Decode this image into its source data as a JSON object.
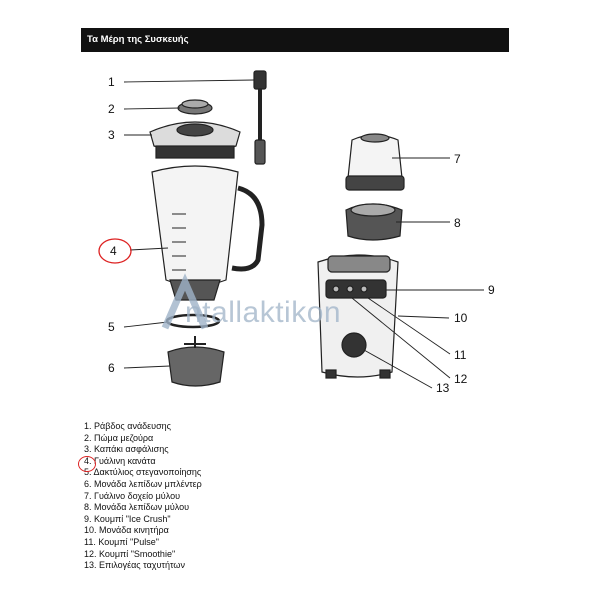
{
  "title": "Τα Μέρη της Συσκευής",
  "callouts": [
    "1",
    "2",
    "3",
    "4",
    "5",
    "6",
    "7",
    "8",
    "9",
    "10",
    "11",
    "12",
    "13"
  ],
  "legend": [
    "1. Ράβδος ανάδευσης",
    "2. Πώμα μεζούρα",
    "3. Καπάκι ασφάλισης",
    "4. Γυάλινη κανάτα",
    "5. Δακτύλιος στεγανοποίησης",
    "6. Μονάδα λεπίδων μπλέντερ",
    "7. Γυάλινο δοχείο μύλου",
    "8. Μονάδα λεπίδων μύλου",
    "9. Κουμπί \"Ice Crush\"",
    "10. Μονάδα κινητήρα",
    "11. Κουμπί \"Pulse\"",
    "12. Κουμπί \"Smoothie\"",
    "13. Επιλογέας ταχυτήτων"
  ],
  "watermark": "ntallaktikon",
  "colors": {
    "highlight": "#dd2222",
    "watermark": "#9fb3c8"
  }
}
